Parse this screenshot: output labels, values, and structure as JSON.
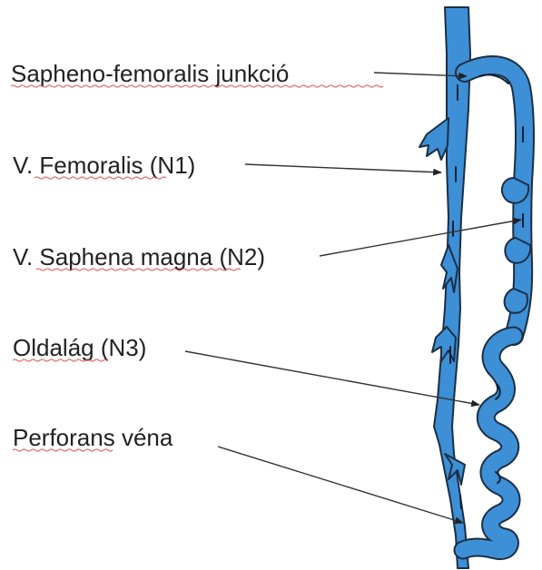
{
  "labels": {
    "sfj": "Sapheno-femoralis junkció",
    "femoral": "V. Femoralis (N1)",
    "saphena": "V. Saphena magna (N2)",
    "side_branch": "Oldalág (N3)",
    "perforator": "Perforans véna"
  },
  "colors": {
    "vein_fill": "#3d8fd6",
    "vein_outline": "#1b2f44",
    "text": "#222222",
    "leader_line": "#333333",
    "spellcheck_underline": "#d94040"
  }
}
